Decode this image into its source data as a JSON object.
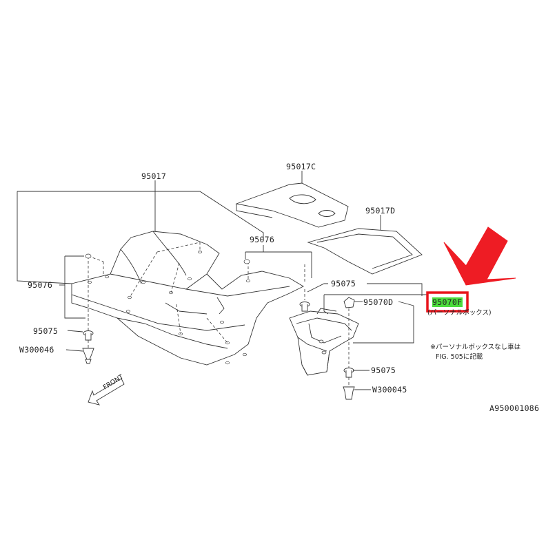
{
  "labels": {
    "p95017": "95017",
    "p95017C": "95017C",
    "p95017D": "95017D",
    "p95076_left": "95076",
    "p95076_center": "95076",
    "p95075_left": "95075",
    "w300046": "W300046",
    "p95075_right_top": "95075",
    "p95070D": "95070D",
    "p95070F": "95070F",
    "p95070F_desc": "(パーソナルボックス)",
    "p95075_right_bottom": "95075",
    "w300045": "W300045",
    "note_line1": "※パーソナルボックスなし車は",
    "note_line2": "FIG. 505に記載",
    "front": "FRONT",
    "diagram_id": "A950001086"
  },
  "colors": {
    "highlight_box": "#e8141b",
    "highlight_text_bg": "#4cdc3c",
    "arrow": "#ee1c24",
    "line": "#333333"
  },
  "icons": {
    "front_arrow": "front-arrow-icon",
    "pointer_arrow": "red-pointer-arrow-icon"
  }
}
